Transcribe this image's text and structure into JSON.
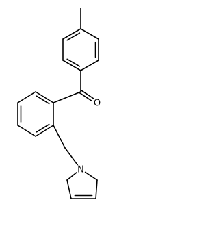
{
  "molecule": {
    "atoms": [
      {
        "id": "methyl",
        "element": "C",
        "label": ""
      },
      {
        "id": "r1a",
        "element": "C",
        "label": ""
      },
      {
        "id": "r1b",
        "element": "C",
        "label": ""
      },
      {
        "id": "r1c",
        "element": "C",
        "label": ""
      },
      {
        "id": "r1d",
        "element": "C",
        "label": ""
      },
      {
        "id": "r1e",
        "element": "C",
        "label": ""
      },
      {
        "id": "r1f",
        "element": "C",
        "label": ""
      },
      {
        "id": "carbonyl",
        "element": "C",
        "label": ""
      },
      {
        "id": "oxygen",
        "element": "O",
        "label": "O"
      },
      {
        "id": "r2a",
        "element": "C",
        "label": ""
      },
      {
        "id": "r2b",
        "element": "C",
        "label": ""
      },
      {
        "id": "r2c",
        "element": "C",
        "label": ""
      },
      {
        "id": "r2d",
        "element": "C",
        "label": ""
      },
      {
        "id": "r2e",
        "element": "C",
        "label": ""
      },
      {
        "id": "r2f",
        "element": "C",
        "label": ""
      },
      {
        "id": "ch2",
        "element": "C",
        "label": ""
      },
      {
        "id": "nitrogen",
        "element": "N",
        "label": "N"
      },
      {
        "id": "p2",
        "element": "C",
        "label": ""
      },
      {
        "id": "p3",
        "element": "C",
        "label": ""
      },
      {
        "id": "p4",
        "element": "C",
        "label": ""
      },
      {
        "id": "p5",
        "element": "C",
        "label": ""
      }
    ],
    "bonds": [
      {
        "from": "methyl",
        "to": "r1a",
        "order": 1
      },
      {
        "from": "r1a",
        "to": "r1b",
        "order": 2
      },
      {
        "from": "r1b",
        "to": "r1c",
        "order": 1
      },
      {
        "from": "r1c",
        "to": "r1d",
        "order": 2
      },
      {
        "from": "r1d",
        "to": "r1e",
        "order": 1
      },
      {
        "from": "r1e",
        "to": "r1f",
        "order": 2
      },
      {
        "from": "r1f",
        "to": "r1a",
        "order": 1
      },
      {
        "from": "r1d",
        "to": "carbonyl",
        "order": 1
      },
      {
        "from": "carbonyl",
        "to": "oxygen",
        "order": 2
      },
      {
        "from": "carbonyl",
        "to": "r2a",
        "order": 1
      },
      {
        "from": "r2a",
        "to": "r2b",
        "order": 2
      },
      {
        "from": "r2b",
        "to": "r2c",
        "order": 1
      },
      {
        "from": "r2c",
        "to": "r2d",
        "order": 2
      },
      {
        "from": "r2d",
        "to": "r2e",
        "order": 1
      },
      {
        "from": "r2e",
        "to": "r2f",
        "order": 2
      },
      {
        "from": "r2f",
        "to": "r2a",
        "order": 1
      },
      {
        "from": "r2f",
        "to": "ch2",
        "order": 1
      },
      {
        "from": "ch2",
        "to": "nitrogen",
        "order": 1
      },
      {
        "from": "nitrogen",
        "to": "p2",
        "order": 1
      },
      {
        "from": "p2",
        "to": "p3",
        "order": 1
      },
      {
        "from": "p3",
        "to": "p4",
        "order": 2
      },
      {
        "from": "p4",
        "to": "p5",
        "order": 1
      },
      {
        "from": "p5",
        "to": "nitrogen",
        "order": 1
      }
    ]
  }
}
